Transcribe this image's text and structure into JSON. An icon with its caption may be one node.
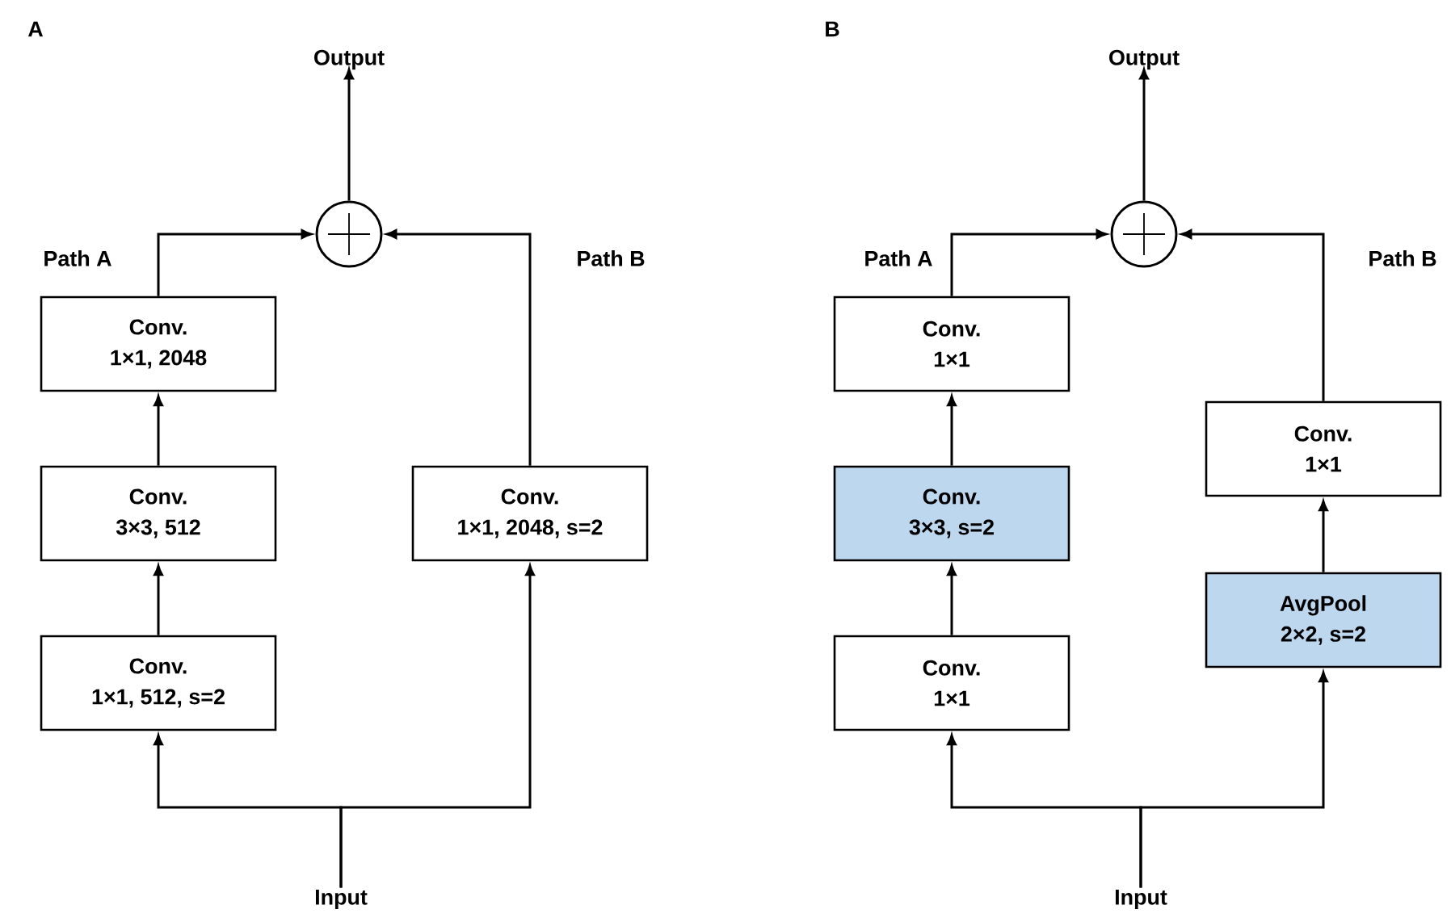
{
  "diagram": {
    "nodes": [
      {
        "text": [
          "Input"
        ]
      },
      {
        "text": [
          "Conv.",
          "1×1, 512, s=2"
        ]
      },
      {
        "text": [
          "Conv.",
          "3×3, 512"
        ]
      },
      {
        "text": [
          "Conv.",
          "1×1, 2048"
        ]
      },
      {
        "text": [
          "Conv.",
          "1×1, 2048, s=2"
        ]
      },
      {
        "text": [],
        "shape": "circle"
      },
      {
        "text": [
          "Output"
        ]
      },
      {
        "text": [
          "Input"
        ]
      },
      {
        "text": [
          "Conv.",
          "1×1"
        ]
      },
      {
        "text": [
          "Conv.",
          "3×3, s=2"
        ]
      },
      {
        "text": [
          "Conv.",
          "1×1"
        ]
      },
      {
        "text": [
          "AvgPool",
          "2×2, s=2"
        ]
      },
      {
        "text": [
          "Conv.",
          "1×1"
        ]
      },
      {
        "text": [],
        "shape": "circle"
      },
      {
        "text": [
          "Output"
        ]
      }
    ],
    "edges": [
      {
        "from": 0,
        "to": 1,
        "arrow": "to"
      },
      {
        "from": 0,
        "to": 4,
        "arrow": "to"
      },
      {
        "from": 1,
        "to": 2,
        "arrow": "to"
      },
      {
        "from": 2,
        "to": 3,
        "arrow": "to"
      },
      {
        "from": 3,
        "to": 5,
        "arrow": "to"
      },
      {
        "from": 4,
        "to": 5,
        "arrow": "to"
      },
      {
        "from": 5,
        "to": 6,
        "arrow": "to"
      },
      {
        "from": 7,
        "to": 8,
        "arrow": "to"
      },
      {
        "from": 7,
        "to": 11,
        "arrow": "to"
      },
      {
        "from": 8,
        "to": 9,
        "arrow": "to"
      },
      {
        "from": 9,
        "to": 10,
        "arrow": "to"
      },
      {
        "from": 10,
        "to": 13,
        "arrow": "to"
      },
      {
        "from": 11,
        "to": 12,
        "arrow": "to"
      },
      {
        "from": 12,
        "to": 13,
        "arrow": "to"
      },
      {
        "from": 13,
        "to": 14,
        "arrow": "to"
      }
    ],
    "labels": [
      "A",
      "Path A",
      "Path B",
      "B",
      "Path A",
      "Path B"
    ]
  }
}
